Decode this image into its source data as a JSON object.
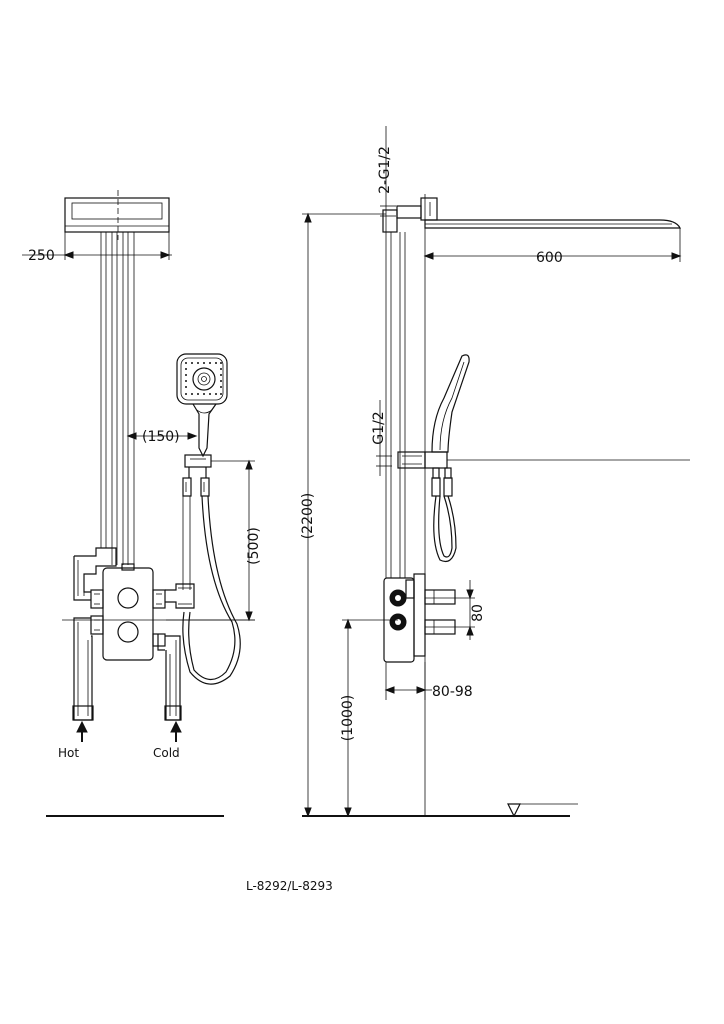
{
  "front_view": {
    "width_dim": "250",
    "offset_dim": "(150)",
    "handset_height_dim": "(500)",
    "hot_label": "Hot",
    "cold_label": "Cold"
  },
  "side_view": {
    "top_inlet_dim": "2-G1/2",
    "projection_dim": "600",
    "overall_height_dim": "(2200)",
    "side_inlet_dim": "G1/2",
    "valve_spacing_dim": "80",
    "valve_depth_dim": "80-98",
    "valve_height_dim": "(1000)"
  },
  "model_number": "L-8292/L-8293"
}
